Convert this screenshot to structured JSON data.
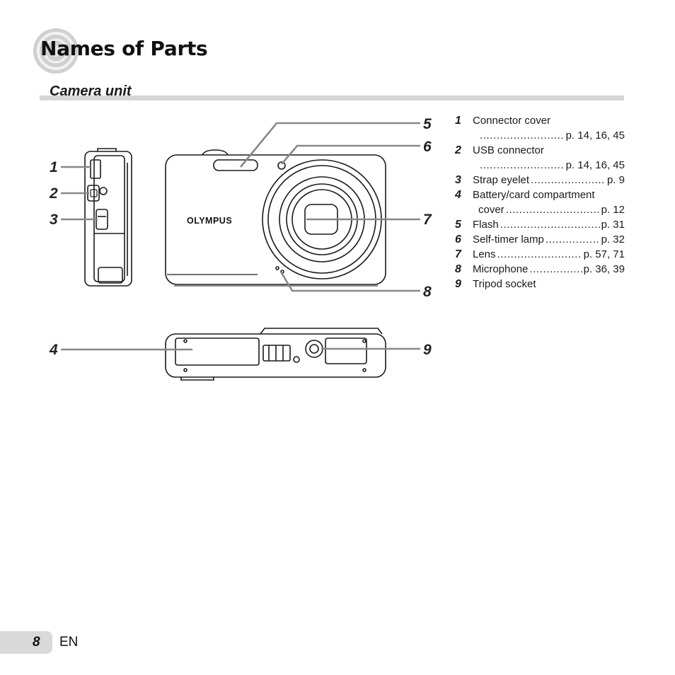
{
  "header": {
    "title": "Names of Parts"
  },
  "section": {
    "heading": "Camera unit"
  },
  "diagram": {
    "brand": "OLYMPUS",
    "callouts": [
      "1",
      "2",
      "3",
      "4",
      "5",
      "6",
      "7",
      "8",
      "9"
    ]
  },
  "parts": [
    {
      "num": "1",
      "label": "Connector cover",
      "label2": "",
      "page": "p. 14, 16, 45"
    },
    {
      "num": "2",
      "label": "USB connector",
      "label2": "",
      "page": "p. 14, 16, 45"
    },
    {
      "num": "3",
      "label": "Strap eyelet",
      "label2": "",
      "page": "p. 9"
    },
    {
      "num": "4",
      "label": "Battery/card compartment",
      "label2": "cover",
      "page": "p. 12"
    },
    {
      "num": "5",
      "label": "Flash",
      "label2": "",
      "page": "p. 31"
    },
    {
      "num": "6",
      "label": "Self-timer lamp",
      "label2": "",
      "page": "p. 32"
    },
    {
      "num": "7",
      "label": "Lens",
      "label2": "",
      "page": "p. 57, 71"
    },
    {
      "num": "8",
      "label": "Microphone",
      "label2": "",
      "page": "p. 36, 39"
    },
    {
      "num": "9",
      "label": "Tripod socket",
      "label2": "",
      "page": ""
    }
  ],
  "footer": {
    "page_number": "8",
    "lang": "EN"
  },
  "colors": {
    "rule": "#d6d6d6",
    "tab": "#d9d9d9",
    "ink": "#1a1a1a"
  }
}
